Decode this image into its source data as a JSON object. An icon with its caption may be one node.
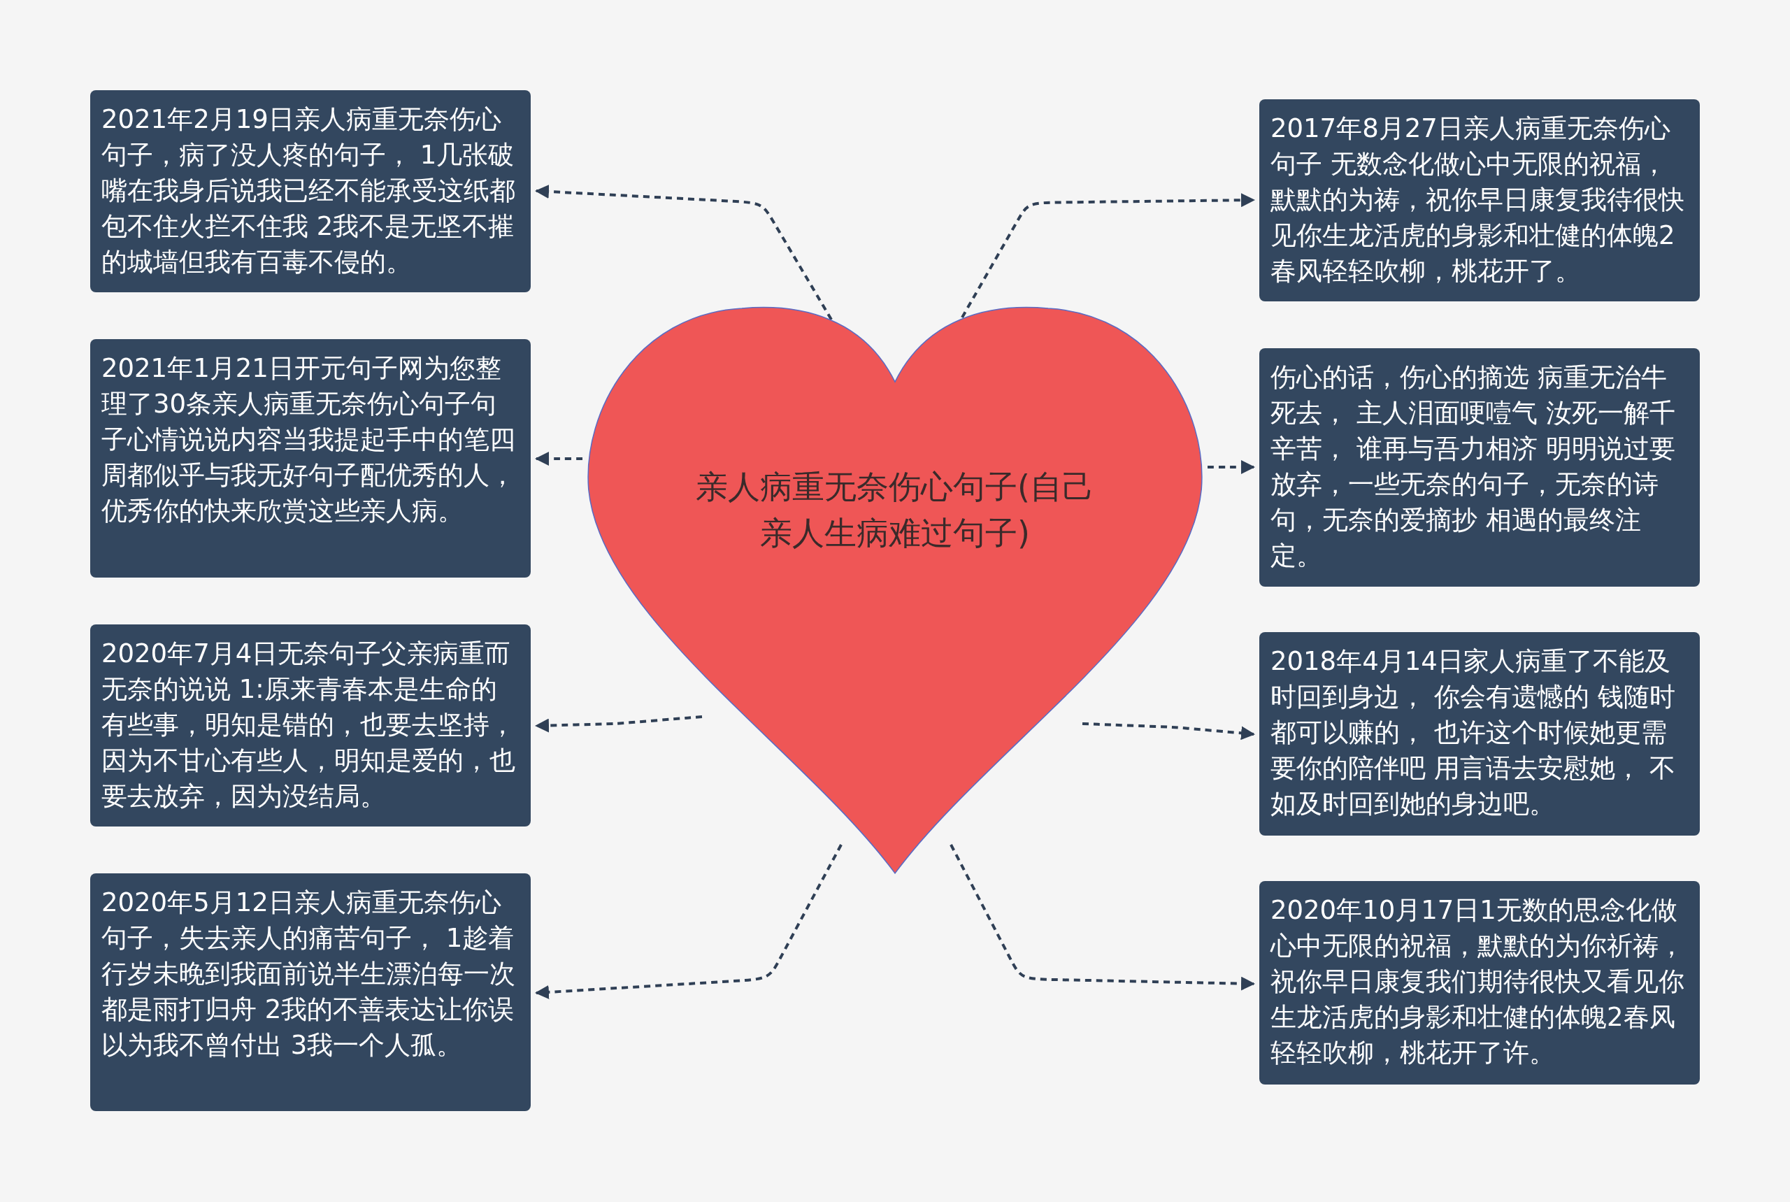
{
  "diagram": {
    "nodes": [
      {
        "text": [
          "亲人病重无奈伤心句子(自己亲人生病难过句子)"
        ]
      },
      {
        "text": [
          "2021年2月19日亲人病重无奈伤心句子，病了没人疼的句子， 1几张破嘴在我身后说我已经不能承受这纸都包不住火拦不住我 2我不是无坚不摧的城墙但我有百毒不侵的。"
        ]
      },
      {
        "text": [
          "2021年1月21日开元句子网为您整理了30条亲人病重无奈伤心句子句子心情说说内容当我提起手中的笔四周都似乎与我无好句子配优秀的人，优秀你的快来欣赏这些亲人病。"
        ]
      },
      {
        "text": [
          "2020年7月4日无奈句子父亲病重而无奈的说说 1:原来青春本是生命的有些事，明知是错的，也要去坚持，因为不甘心有些人，明知是爱的，也要去放弃，因为没结局。"
        ]
      },
      {
        "text": [
          "2020年5月12日亲人病重无奈伤心句子，失去亲人的痛苦句子， 1趁着行岁未晚到我面前说半生漂泊每一次都是雨打归舟 2我的不善表达让你误以为我不曾付出 3我一个人孤。"
        ]
      },
      {
        "text": [
          "2017年8月27日亲人病重无奈伤心句子 无数念化做心中无限的祝福，默默的为祷，祝你早日康复我待很快见你生龙活虎的身影和壮健的体魄2 春风轻轻吹柳，桃花开了。"
        ]
      },
      {
        "text": [
          "伤心的话，伤心的摘选 病重无治牛死去， 主人泪面哽噎气 汝死一解千辛苦， 谁再与吾力相济 明明说过要放弃，一些无奈的句子，无奈的诗句，无奈的爱摘抄 相遇的最终注定。"
        ]
      },
      {
        "text": [
          "2018年4月14日家人病重了不能及时回到身边， 你会有遗憾的 钱随时都可以赚的， 也许这个时候她更需要你的陪伴吧 用言语去安慰她， 不如及时回到她的身边吧。"
        ]
      },
      {
        "text": [
          "2020年10月17日1无数的思念化做心中无限的祝福，默默的为你祈祷，祝你早日康复我们期待很快又看见你生龙活虎的身影和壮健的体魄2春风轻轻吹柳，桃花开了许。"
        ]
      }
    ],
    "edges": [
      {
        "from": 0,
        "to": 1,
        "arrow": "to",
        "style": "dashed"
      },
      {
        "from": 0,
        "to": 2,
        "arrow": "to",
        "style": "dashed"
      },
      {
        "from": 0,
        "to": 3,
        "arrow": "to",
        "style": "dashed"
      },
      {
        "from": 0,
        "to": 4,
        "arrow": "to",
        "style": "dashed"
      },
      {
        "from": 0,
        "to": 5,
        "arrow": "to",
        "style": "dashed"
      },
      {
        "from": 0,
        "to": 6,
        "arrow": "to",
        "style": "dashed"
      },
      {
        "from": 0,
        "to": 7,
        "arrow": "to",
        "style": "dashed"
      },
      {
        "from": 0,
        "to": 8,
        "arrow": "to",
        "style": "dashed"
      }
    ]
  }
}
